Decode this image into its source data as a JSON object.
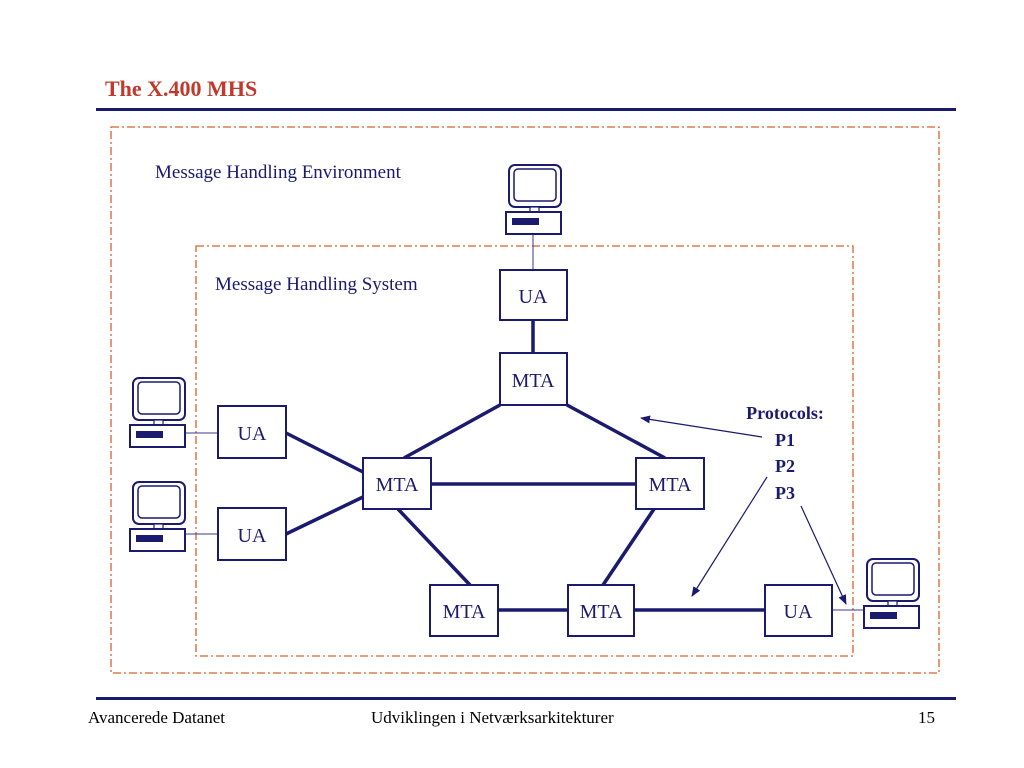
{
  "slide": {
    "title": "The X.400 MHS",
    "mhe_label": "Message Handling Environment",
    "mhs_label": "Message Handling System",
    "protocols": {
      "heading": "Protocols:",
      "items": [
        "P1",
        "P2",
        "P3"
      ]
    }
  },
  "nodes": {
    "ua_top": "UA",
    "mta_top": "MTA",
    "ua_left1": "UA",
    "ua_left2": "UA",
    "mta_left": "MTA",
    "mta_right": "MTA",
    "mta_bottom_left": "MTA",
    "mta_bottom_right": "MTA",
    "ua_bottom": "UA"
  },
  "footer": {
    "left": "Avancerede Datanet",
    "center": "Udviklingen i Netværksarkitekturer",
    "page_number": "15"
  },
  "colors": {
    "title": "#c0392b",
    "navy": "#1a1a6e",
    "boundary": "#d9602a"
  }
}
